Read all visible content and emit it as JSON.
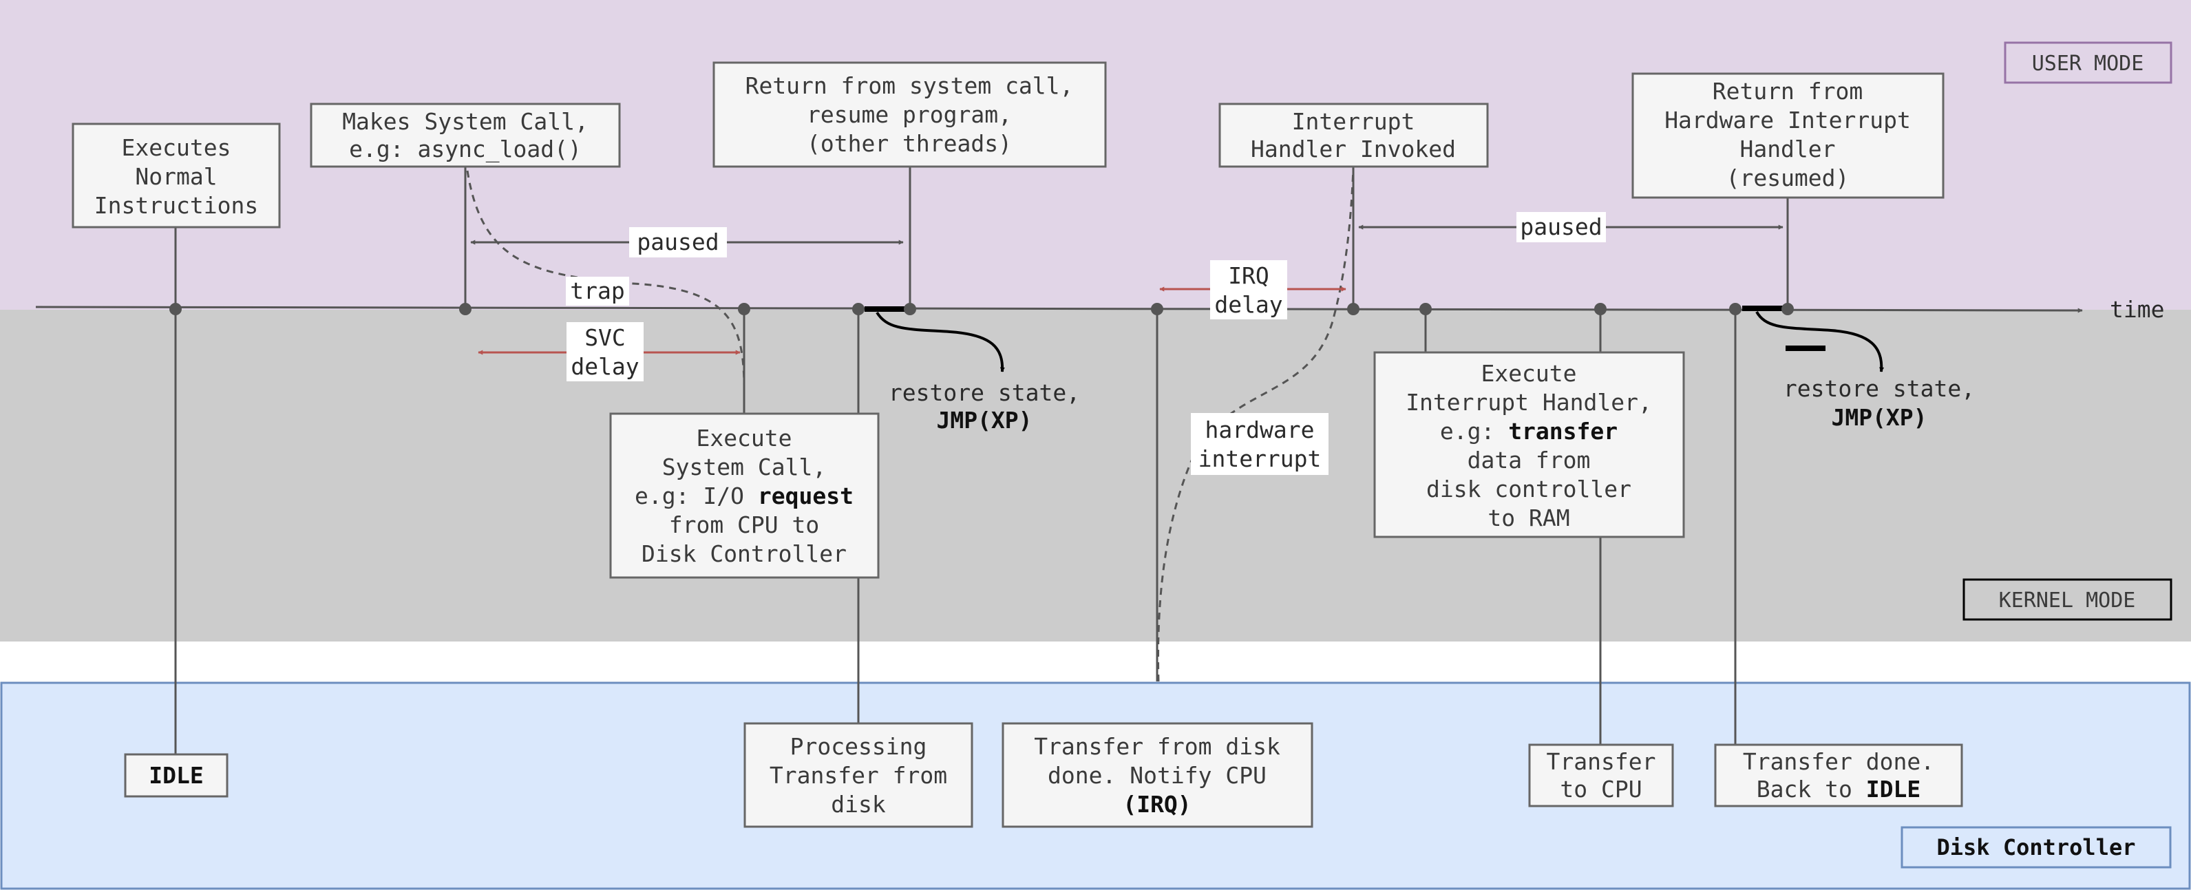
{
  "zones": {
    "user_mode_label": "USER MODE",
    "kernel_mode_label": "KERNEL MODE",
    "disk_controller_label": "Disk Controller"
  },
  "axis": {
    "label": "time"
  },
  "user_boxes": {
    "executes_normal": [
      "Executes",
      "Normal",
      "Instructions"
    ],
    "makes_system_call": [
      "Makes System Call,",
      "e.g: async_load()"
    ],
    "return_from_system_call": [
      "Return from system call,",
      "resume program,",
      "(other threads)"
    ],
    "interrupt_handler_invoked": [
      "Interrupt",
      "Handler Invoked"
    ],
    "return_from_hw_interrupt": [
      "Return from",
      "Hardware Interrupt",
      "Handler",
      "(resumed)"
    ]
  },
  "kernel_boxes": {
    "execute_system_call": {
      "line1": "Execute",
      "line2": "System Call,",
      "line3_prefix": "e.g: I/O ",
      "line3_bold": "request",
      "line4": "from CPU to",
      "line5": "Disk Controller"
    },
    "execute_interrupt_handler": {
      "line1": "Execute",
      "line2": "Interrupt Handler,",
      "line3_prefix": "e.g: ",
      "line3_bold": "transfer",
      "line4": "data from",
      "line5": "disk controller",
      "line6": "to RAM"
    }
  },
  "disk_boxes": {
    "idle": "IDLE",
    "processing_transfer": [
      "Processing",
      "Transfer from",
      "disk"
    ],
    "transfer_done_notify": {
      "line1": "Transfer from disk",
      "line2": "done. Notify CPU",
      "line3": "(IRQ)"
    },
    "transfer_to_cpu": [
      "Transfer",
      "to CPU"
    ],
    "transfer_done_idle": {
      "line1": "Transfer done.",
      "line2_prefix": "Back to ",
      "line2_bold": "IDLE"
    }
  },
  "labels": {
    "paused_1": "paused",
    "paused_2": "paused",
    "trap": "trap",
    "svc_delay": [
      "SVC",
      "delay"
    ],
    "irq_delay": [
      "IRQ",
      "delay"
    ],
    "hardware_interrupt": [
      "hardware",
      "interrupt"
    ],
    "restore_state_1": {
      "line1": "restore state,",
      "line2": "JMP(XP)"
    },
    "restore_state_2": {
      "line1": "restore state,",
      "line2": "JMP(XP)"
    }
  },
  "colors": {
    "user_bg": "#e1d5e7",
    "kernel_bg": "#cccccc",
    "disk_bg": "#dae8fc",
    "disk_border": "#6c8ebf",
    "box_fill": "#f5f5f5",
    "box_stroke": "#666666",
    "delay_arrow": "#b85450"
  }
}
